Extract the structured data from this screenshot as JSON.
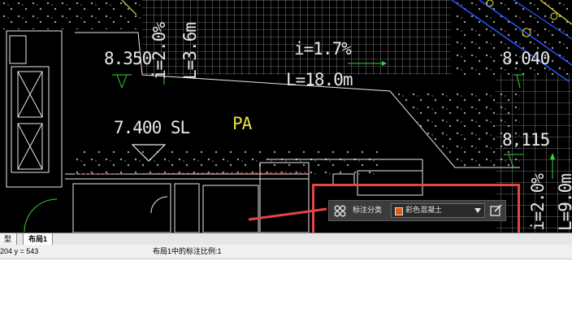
{
  "drawing": {
    "texts": {
      "elev1": "8.350",
      "slope_left": "i=2.0%",
      "len_left": "L=3.6m",
      "slope_mid": "i=1.7%",
      "len_mid": "L=18.0m",
      "elev_right_top": "8.040",
      "elev_sl": "7.400 SL",
      "pa": "PA",
      "elev_right": "8.115",
      "slope_right": "i=2.0%",
      "len_right": "L=9.0m"
    },
    "colors": {
      "background": "#000000",
      "lines": "#e8e8e8",
      "accent_yellow": "#e6e040",
      "accent_green": "#37d437",
      "accent_blue": "#2a52ff"
    }
  },
  "tabs": [
    {
      "label": "型"
    },
    {
      "label": "布局1",
      "active": true
    }
  ],
  "status": {
    "coords": "204 y = 543",
    "scale": "布局1中的标注比例:1"
  },
  "popup": {
    "icon": "four-circles-icon",
    "label": "标注分类",
    "selected": "彩色混凝土",
    "swatch_color": "#e05a14",
    "edit_icon": "edit-icon"
  },
  "highlight_color": "#e54545"
}
